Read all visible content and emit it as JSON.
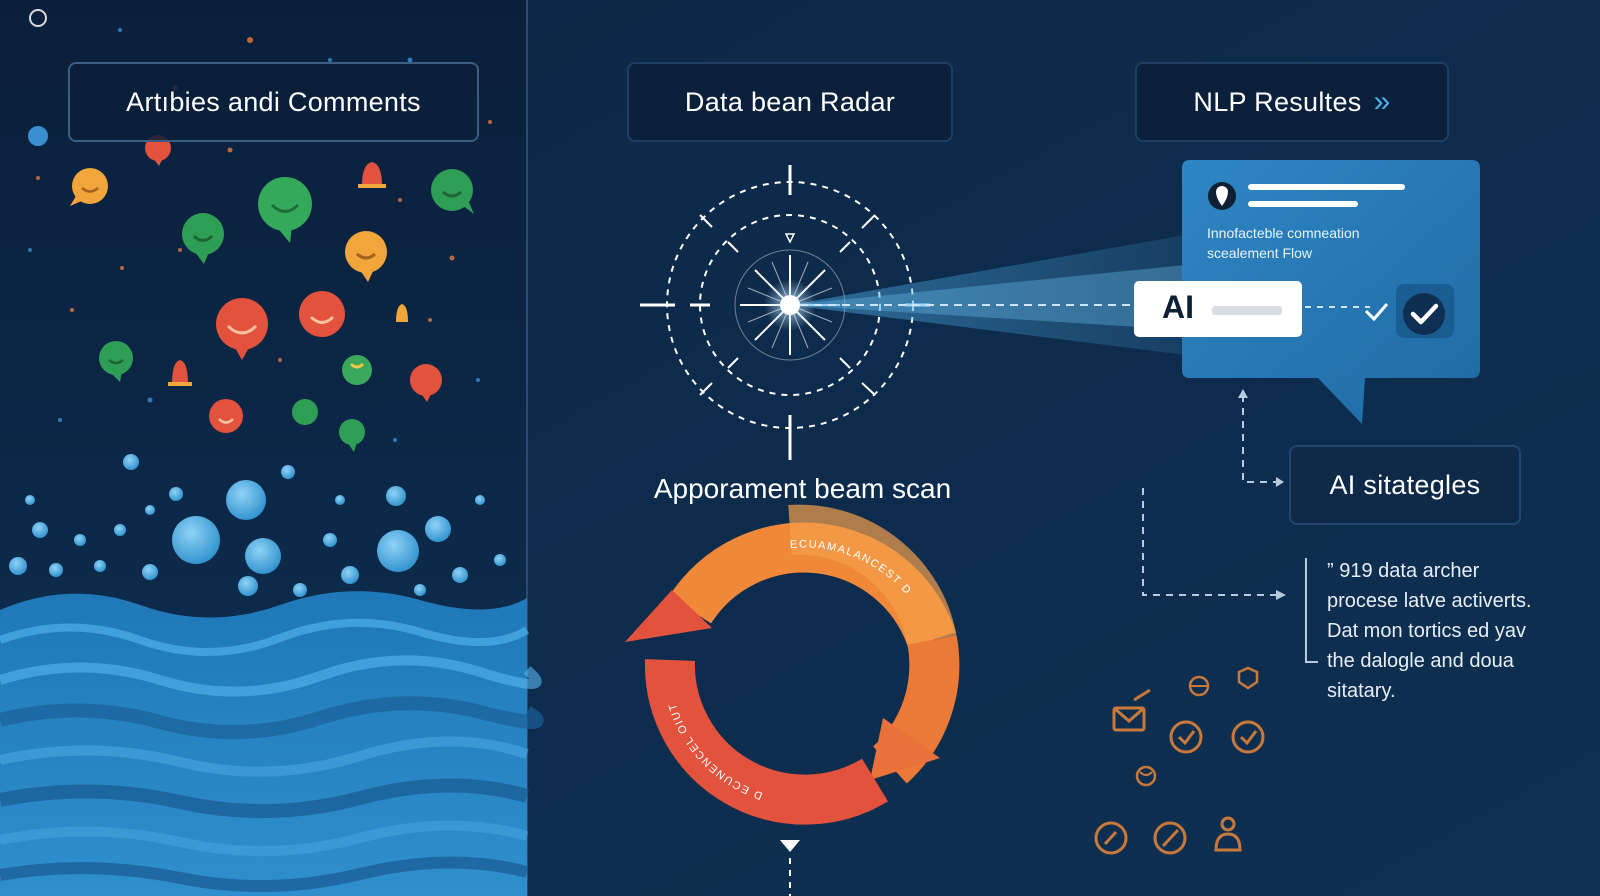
{
  "labels": {
    "comments_title": "Artıbies andi Comments",
    "radar_title": "Data bean Radar",
    "nlp_title": "NLP Resultes",
    "scan_label": "Apporament beam scan",
    "strategies_title": "AI sitategles",
    "ai_badge": "AI"
  },
  "nlp_card": {
    "lines": [
      "Innofacteble comneation",
      "scealement Flow"
    ]
  },
  "cycle": {
    "upper_text": "ECUAMALANCEST D",
    "lower_text": "D ECUNENCEL OIUT"
  },
  "notes": {
    "lines": [
      "” 919 data archer",
      "procese latve activerts.",
      "Dat mon tortics ed yav",
      "the dalogle and doua",
      "sitatary."
    ]
  },
  "colors": {
    "background": "#0d2a4a",
    "card": "#2a7bb6",
    "beam": "#4fb0ea",
    "cycle_orange": "#f0883a",
    "cycle_red": "#e2523c",
    "icon_orange": "#c8793a"
  },
  "icons": {
    "chevron": "double-chevron-right-icon",
    "location": "location-pin-icon",
    "check": "check-icon",
    "check_circle": "check-circle-icon",
    "globe": "globe-icon",
    "person": "person-icon",
    "envelope": "envelope-icon"
  }
}
